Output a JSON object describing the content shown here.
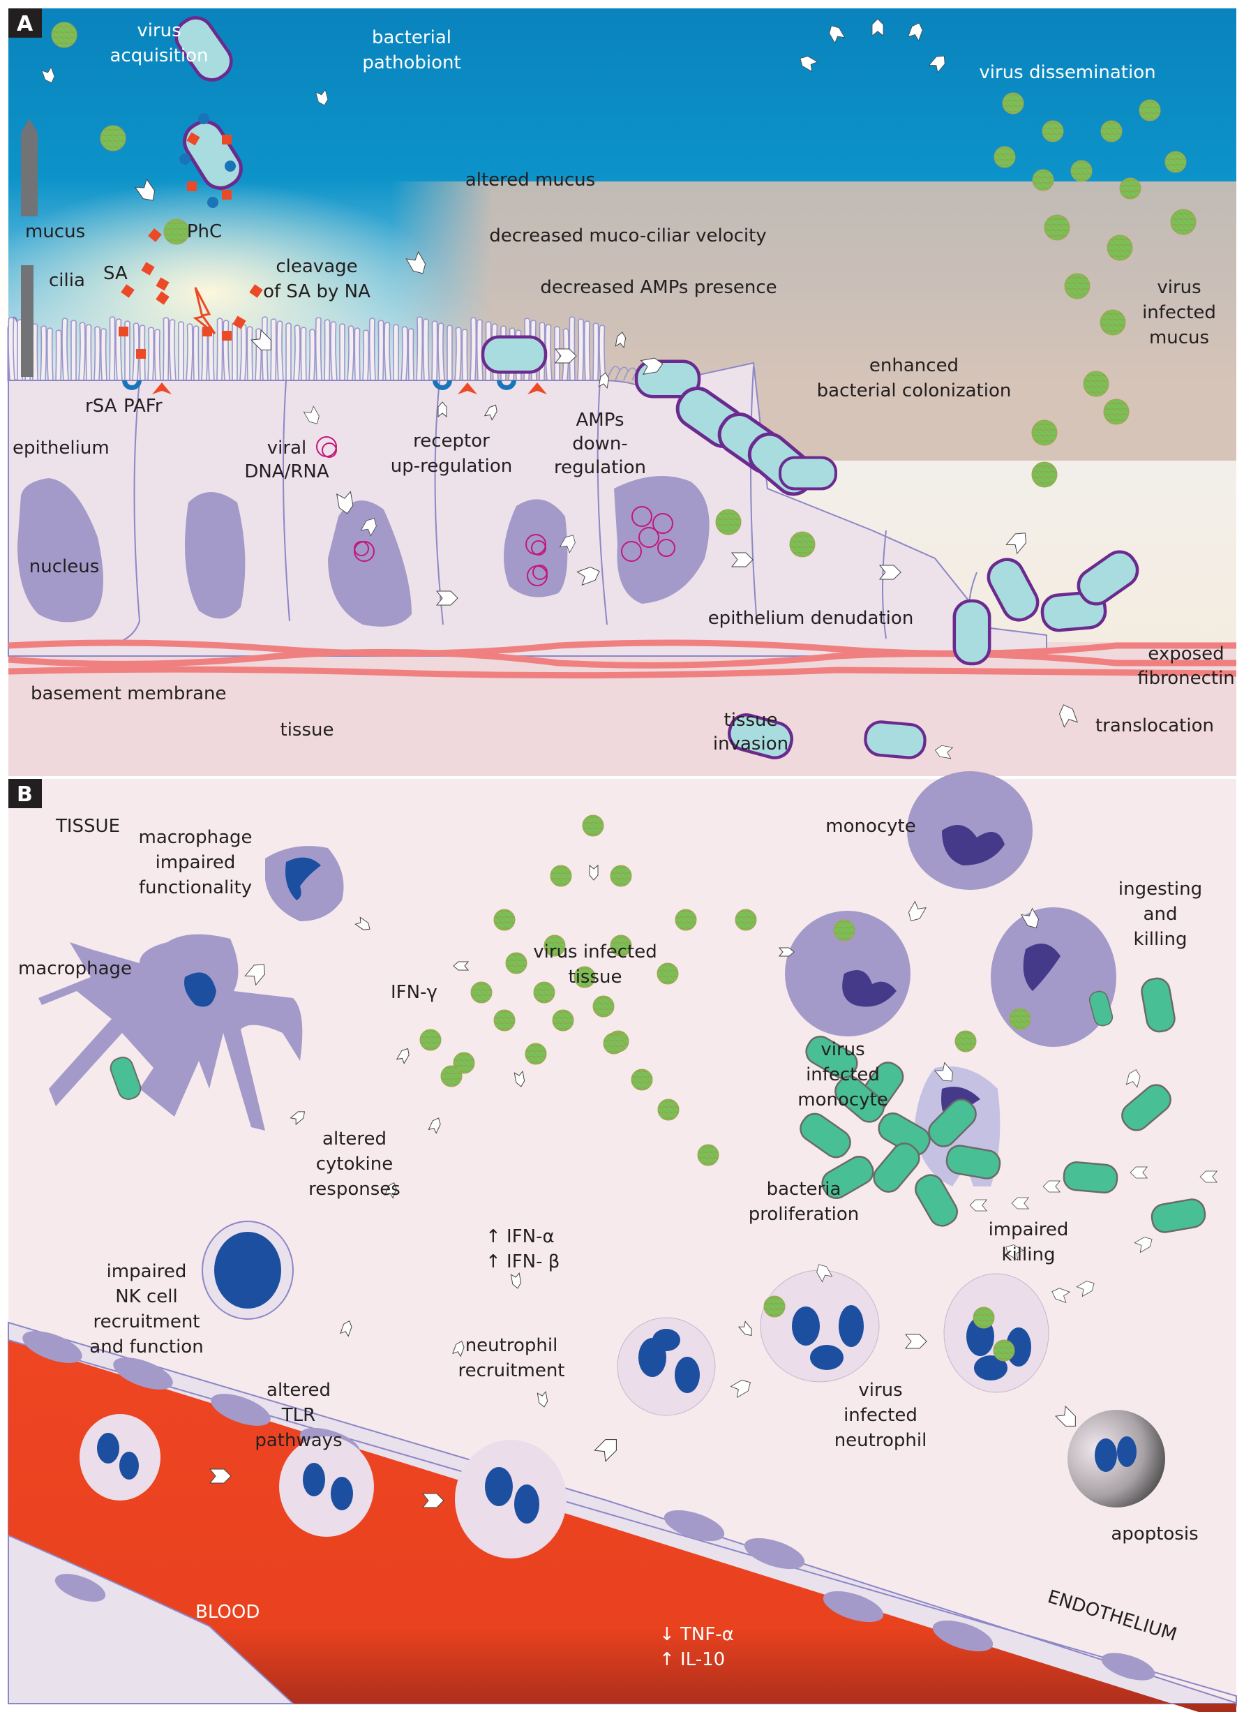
{
  "colors": {
    "sky": "#0a8bc4",
    "mucus_light": "#f3efe8",
    "mucus_brown": "#d6c2b6",
    "cell_fill": "#ede1ea",
    "cell_line": "#8c87c7",
    "nucleus": "#a39ac9",
    "membrane": "#f08080",
    "tissue_a": "#f0d9dc",
    "tissue_b": "#f6eaec",
    "bacterium_fill": "#a9dcdf",
    "bacterium_line": "#6b2a8e",
    "virus": "#7cbf57",
    "green_bacterium": "#49bf95",
    "blood": "#ee4523",
    "blood_dark": "#a82c1c",
    "sa_red": "#ec4a26",
    "receptor_blue": "#1a74b8",
    "nucleus_dark": "#453a8a",
    "nucleus_blue": "#1d4fa0",
    "rna": "#c2187a"
  },
  "panel_a": {
    "letter": "A",
    "labels": {
      "virus_acquisition": [
        "virus",
        "acquisition"
      ],
      "bacterial_pathobiont": [
        "bacterial",
        "pathobiont"
      ],
      "virus_dissemination": "virus dissemination",
      "altered_mucus": "altered mucus",
      "decreased_mcv": "decreased muco-ciliar velocity",
      "decreased_amps": "decreased AMPs presence",
      "mucus": "mucus",
      "cilia": "cilia",
      "sa": "SA",
      "phc": "PhC",
      "cleavage": [
        "cleavage",
        "of SA by NA"
      ],
      "virus_infected_mucus": [
        "virus",
        "infected",
        "mucus"
      ],
      "enhanced_colonization": [
        "enhanced",
        "bacterial colonization"
      ],
      "rsa": "rSA",
      "pafr": "PAFr",
      "epithelium": "epithelium",
      "viral_dna_rna": [
        "viral",
        "DNA/RNA"
      ],
      "receptor_upreg": [
        "receptor",
        "up-regulation"
      ],
      "amps_downreg": [
        "AMPs",
        "down-",
        "regulation"
      ],
      "nucleus": "nucleus",
      "epithelium_denudation": "epithelium denudation",
      "basement_membrane": "basement membrane",
      "tissue": "tissue",
      "tissue_invasion": [
        "tissue",
        "invasion"
      ],
      "exposed_fibronectin": [
        "exposed",
        "fibronectin"
      ],
      "translocation": "translocation"
    }
  },
  "panel_b": {
    "letter": "B",
    "labels": {
      "tissue": "TISSUE",
      "macrophage_impaired": [
        "macrophage",
        "impaired",
        "functionality"
      ],
      "macrophage": "macrophage",
      "ifn_gamma": "IFN-γ",
      "virus_infected_tissue": [
        "virus infected",
        "tissue"
      ],
      "monocyte": "monocyte",
      "ingesting_killing": [
        "ingesting",
        "and",
        "killing"
      ],
      "virus_infected_monocyte": [
        "virus",
        "infected",
        "monocyte"
      ],
      "altered_cytokine": [
        "altered",
        "cytokine",
        "responses"
      ],
      "ifn_ab": [
        "↑ IFN-α",
        "↑ IFN- β"
      ],
      "bacteria_proliferation": [
        "bacteria",
        "proliferation"
      ],
      "impaired_killing": [
        "impaired",
        "killing"
      ],
      "impaired_nk": [
        "impaired",
        "NK cell",
        "recruitment",
        "and function"
      ],
      "neutrophil_recruitment": [
        "neutrophil",
        "recruitment"
      ],
      "altered_tlr": [
        "altered",
        "TLR",
        "pathways"
      ],
      "virus_infected_neutrophil": [
        "virus",
        "infected",
        "neutrophil"
      ],
      "apoptosis": "apoptosis",
      "blood": "BLOOD",
      "endothelium": "ENDOTHELIUM",
      "tnf_il10": [
        "↓ TNF-α",
        "↑ IL-10"
      ]
    }
  }
}
